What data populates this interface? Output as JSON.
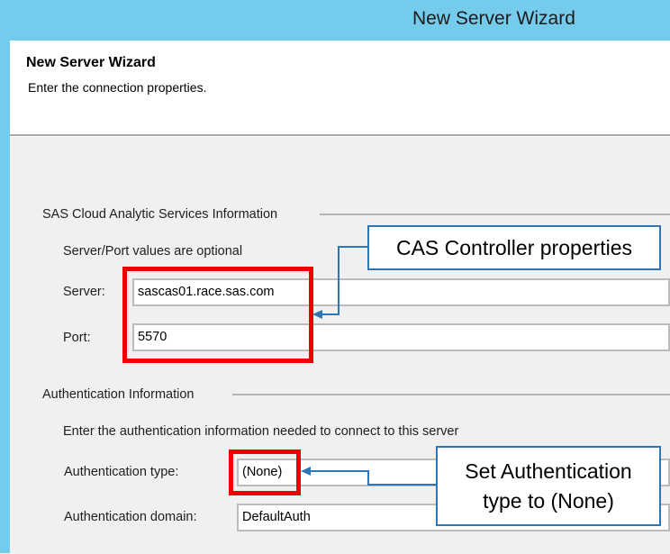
{
  "window": {
    "title": "New Server Wizard"
  },
  "header": {
    "title": "New Server Wizard",
    "subtitle": "Enter the connection properties."
  },
  "cas_group": {
    "title": "SAS Cloud Analytic Services Information",
    "note": "Server/Port values are optional",
    "server_label": "Server:",
    "server_value": "sascas01.race.sas.com",
    "port_label": "Port:",
    "port_value": "5570"
  },
  "auth_group": {
    "title": "Authentication Information",
    "note": "Enter the authentication information needed to connect to this server",
    "type_label": "Authentication type:",
    "type_value": "(None)",
    "domain_label": "Authentication domain:",
    "domain_value": "DefaultAuth"
  },
  "annotations": {
    "callout_cas": "CAS Controller properties",
    "callout_auth_line1": "Set Authentication",
    "callout_auth_line2": "type to (None)",
    "highlight_color": "#ee0000",
    "callout_border_color": "#2e75b6"
  },
  "colors": {
    "titlebar": "#74cbec",
    "dialog_bg": "#f0f0f0",
    "header_bg": "#ffffff"
  }
}
